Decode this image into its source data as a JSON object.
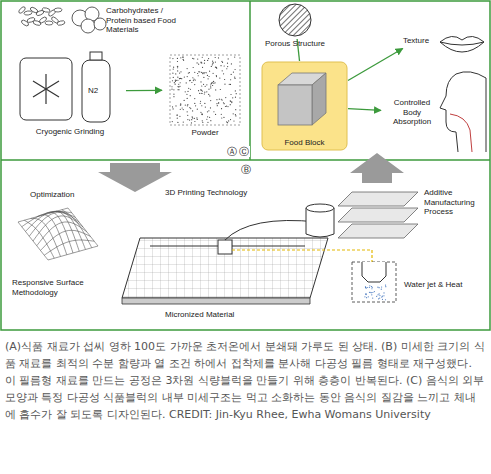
{
  "diagram": {
    "caption": "(A)식품 재료가 섭씨 영하 100도 가까운 초저온에서 분쇄돼 가루도 된 상태. (B) 미세한 크기의 식품 재료를 최적의 수분 함량과 열 조건 하에서 접착제를 분사해 다공성 필름 형태로 재구성했다. 이 필름형 재료를 만드는 공정은 3차원 식량블럭을 만들기 위해 층층이 반복된다. (C) 음식의 외부 모양과 특정 다공성 식품블럭의 내부 미세구조는 먹고 소화하는 동안 음식의 질감을 느끼고 체내에 흡수가 잘 되도록 디자인된다. CREDIT: Jin-Kyu Rhee, Ewha Womans University",
    "nodes": [
      {
        "text": [
          "Cryogenic Grinding"
        ]
      },
      {
        "text": [
          "Powder"
        ]
      },
      {
        "text": [
          "Porous Structure"
        ]
      },
      {
        "text": [
          "Food Block"
        ]
      },
      {
        "text": [
          "Texture"
        ]
      },
      {
        "text": [
          "Controlled Body Absorption"
        ]
      }
    ],
    "edges": [
      {
        "from": 0,
        "to": 1,
        "arrow": "to"
      },
      {
        "from": 3,
        "to": 2,
        "arrow": "none"
      },
      {
        "from": 3,
        "to": 4,
        "arrow": "to"
      },
      {
        "from": 3,
        "to": 5,
        "arrow": "to"
      }
    ],
    "labels": [
      "Carbohydrates / Protein based Food Materials",
      "N2",
      "Ⓐ",
      "Ⓒ",
      "Ⓑ",
      "Optimization",
      "Responsive Surface Methodology",
      "3D Printing Technology",
      "Micronized Material",
      "Additive Manufacturing Process",
      "Water jet & Heat"
    ]
  }
}
